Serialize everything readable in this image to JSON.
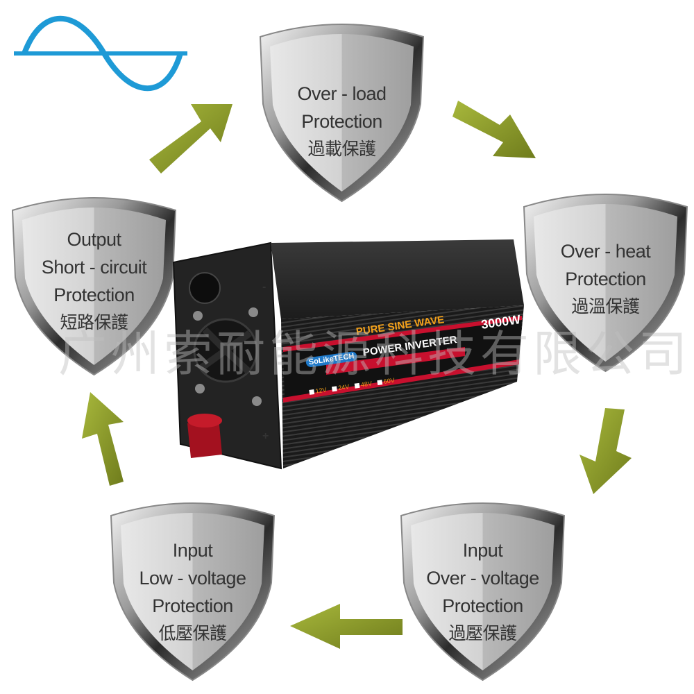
{
  "shields": [
    {
      "id": "overload",
      "lines": [
        "Over - load",
        "Protection"
      ],
      "cn": "過載保護"
    },
    {
      "id": "overheat",
      "lines": [
        "Over - heat",
        "Protection"
      ],
      "cn": "過溫保護"
    },
    {
      "id": "input-overvoltage",
      "lines": [
        "Input",
        "Over - voltage",
        "Protection"
      ],
      "cn": "過壓保護"
    },
    {
      "id": "input-lowvoltage",
      "lines": [
        "Input",
        "Low - voltage",
        "Protection"
      ],
      "cn": "低壓保護"
    },
    {
      "id": "output-short",
      "lines": [
        "Output",
        "Short - circuit",
        "Protection"
      ],
      "cn": "短路保護"
    }
  ],
  "inverter": {
    "wave_label": "PURE SINE WAVE",
    "product_label": "POWER INVERTER",
    "power": "3000W",
    "brand": "SoLikeTECH",
    "voltages": [
      "12V",
      "24V",
      "48V",
      "60V"
    ],
    "minus": "-",
    "plus": "+"
  },
  "watermark": "广州索耐能源科技有限公司",
  "colors": {
    "arrow": "#8c9a2a",
    "sine": "#1e9ad6",
    "stripe": "#c8102e",
    "accent_text": "#f2a01a"
  }
}
